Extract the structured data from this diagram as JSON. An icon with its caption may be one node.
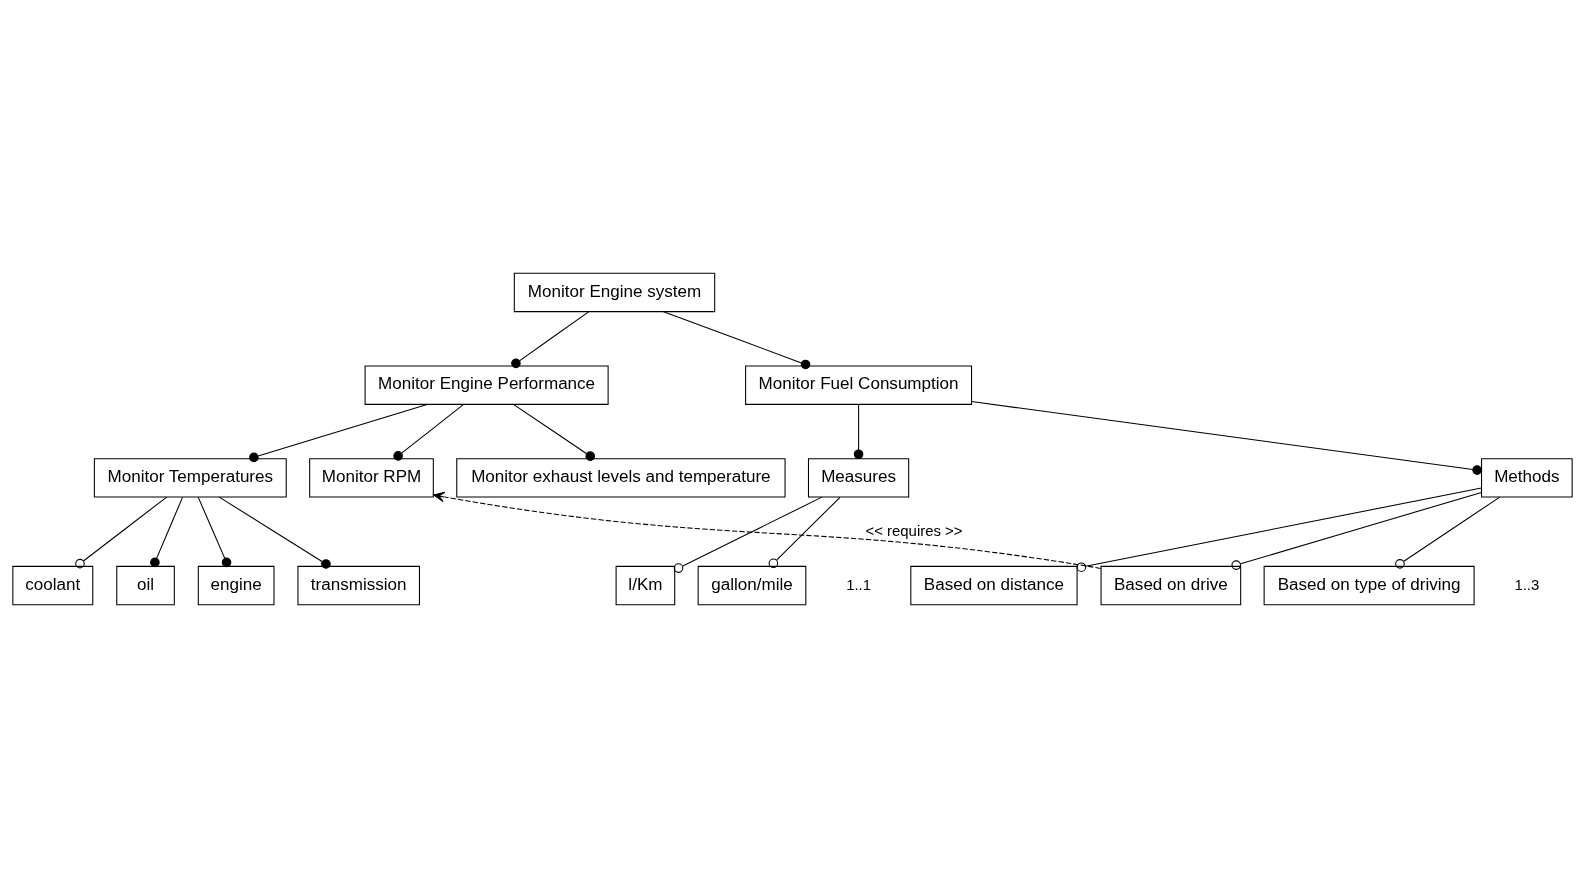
{
  "diagram": {
    "nodes": [
      {
        "text": [
          "Monitor Engine system"
        ]
      },
      {
        "text": [
          "Monitor Engine Performance"
        ]
      },
      {
        "text": [
          "Monitor Fuel Consumption"
        ]
      },
      {
        "text": [
          "Monitor Temperatures"
        ]
      },
      {
        "text": [
          "Monitor RPM"
        ]
      },
      {
        "text": [
          "Monitor exhaust levels and temperature"
        ]
      },
      {
        "text": [
          "Measures"
        ]
      },
      {
        "text": [
          "Methods"
        ]
      },
      {
        "text": [
          "coolant"
        ]
      },
      {
        "text": [
          "oil"
        ]
      },
      {
        "text": [
          "engine"
        ]
      },
      {
        "text": [
          "transmission"
        ]
      },
      {
        "text": [
          "l/Km"
        ]
      },
      {
        "text": [
          "gallon/mile"
        ]
      },
      {
        "text": [
          "Based on distance"
        ]
      },
      {
        "text": [
          "Based on type of driving"
        ]
      },
      {
        "text": [
          "Based on drive"
        ]
      }
    ],
    "edges": [
      {
        "from": 0,
        "to": 1,
        "arrow": "other"
      },
      {
        "from": 0,
        "to": 2,
        "arrow": "other"
      },
      {
        "from": 1,
        "to": 3,
        "arrow": "other"
      },
      {
        "from": 1,
        "to": 4,
        "arrow": "other"
      },
      {
        "from": 1,
        "to": 5,
        "arrow": "other"
      },
      {
        "from": 2,
        "to": 6,
        "arrow": "other"
      },
      {
        "from": 2,
        "to": 7,
        "arrow": "other"
      },
      {
        "from": 3,
        "to": 8,
        "arrow": "other"
      },
      {
        "from": 3,
        "to": 9,
        "arrow": "other"
      },
      {
        "from": 3,
        "to": 10,
        "arrow": "other"
      },
      {
        "from": 3,
        "to": 11,
        "arrow": "other"
      },
      {
        "from": 6,
        "to": 12,
        "arrow": "other"
      },
      {
        "from": 6,
        "to": 13,
        "arrow": "other"
      },
      {
        "from": 7,
        "to": 14,
        "arrow": "other"
      },
      {
        "from": 7,
        "to": 15,
        "arrow": "other"
      },
      {
        "from": 7,
        "to": 16,
        "arrow": "other"
      },
      {
        "from": 16,
        "to": 4,
        "arrow": "to",
        "label": "<< requires >>",
        "style": "dashed"
      }
    ],
    "labels": [
      "1..1",
      "1..3"
    ]
  }
}
